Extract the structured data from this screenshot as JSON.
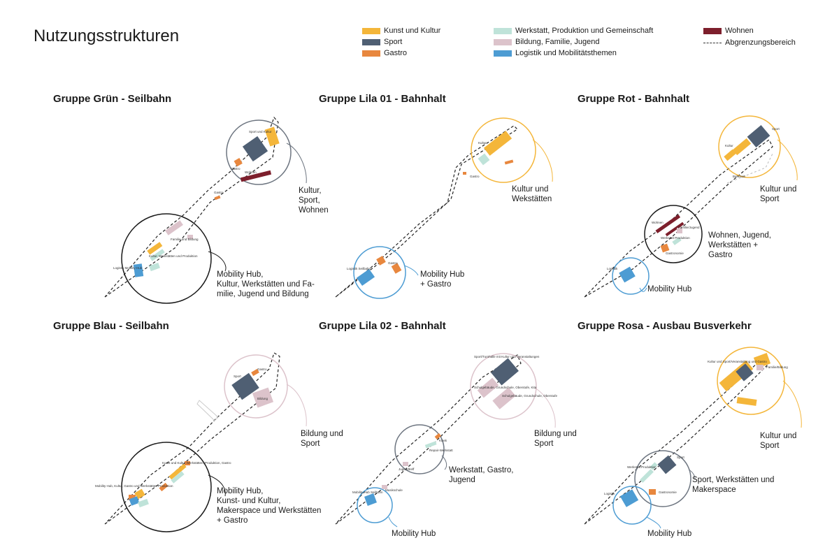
{
  "title": "Nutzungsstrukturen",
  "colors": {
    "kunst": "#f4b63a",
    "sport": "#4f5f73",
    "gastro": "#e8873e",
    "werkstatt": "#bfe3d9",
    "bildung": "#dcc3cb",
    "logistik": "#4d9cd3",
    "wohnen": "#7d1f2c"
  },
  "legend": [
    {
      "label": "Kunst und Kultur",
      "color": "kunst"
    },
    {
      "label": "Sport",
      "color": "sport"
    },
    {
      "label": "Gastro",
      "color": "gastro"
    },
    {
      "label": "Werkstatt, Produktion und Gemeinschaft",
      "color": "werkstatt"
    },
    {
      "label": "Bildung, Familie, Jugend",
      "color": "bildung"
    },
    {
      "label": "Logistik und Mobilitätsthemen",
      "color": "logistik"
    },
    {
      "label": "Wohnen",
      "color": "wohnen"
    },
    {
      "label": "Abgrenzungsbereich",
      "color": ""
    }
  ],
  "panels": [
    {
      "title": "Gruppe Grün - Seilbahn",
      "circles": [
        {
          "desc": "Kultur,\nSport,\nWohnen",
          "color": "#6d7580"
        },
        {
          "desc": "Mobility Hub,\nKultur, Werkstätten und Fa-\nmilie, Jugend und Bildung",
          "color": "#1a1a1a"
        }
      ],
      "labels": [
        "Sport und Kultur",
        "Gastro",
        "Wohnen",
        "Gastro",
        "Familie und Bildung",
        "Kultur, Werkstätten und Produktion",
        "Logistik Mobility Hub"
      ]
    },
    {
      "title": "Gruppe Lila 01 - Bahnhalt",
      "circles": [
        {
          "desc": "Kultur und\nWekstätten",
          "color": "#f4b63a"
        },
        {
          "desc": "Mobility Hub\n+ Gastro",
          "color": "#4d9cd3"
        }
      ],
      "labels": [
        "Kultur",
        "Gastro",
        "Gastro",
        "Logistik Seilbahn"
      ]
    },
    {
      "title": "Gruppe Rot - Bahnhalt",
      "circles": [
        {
          "desc": "Kultur und\nSport",
          "color": "#f4b63a"
        },
        {
          "desc": "Wohnen, Jugend,\nWerkstätten +\nGastro",
          "color": "#1a1a1a"
        },
        {
          "desc": "Mobility Hub",
          "color": "#4d9cd3"
        }
      ],
      "labels": [
        "Sport",
        "Kultur",
        "Bahnhalt",
        "Wohnen",
        "Familie/Jugend",
        "Werkstatt Produktion",
        "Gastronomie",
        "Logistik"
      ]
    },
    {
      "title": "Gruppe Blau - Seilbahn",
      "circles": [
        {
          "desc": "Bildung und\nSport",
          "color": "#dcc3cb"
        },
        {
          "desc": "Mobility Hub,\nKunst- und Kultur,\nMakerspace und Werkstätten\n+ Gastro",
          "color": "#1a1a1a"
        }
      ],
      "labels": [
        "Gastro",
        "Sport",
        "Bildung",
        "Kunst und Kultur Werkstätten, Produktion, Gastro",
        "Mobility Hub, Kultur, Gastro und Werkstätten Produktion"
      ]
    },
    {
      "title": "Gruppe Lila 02 - Bahnhalt",
      "circles": [
        {
          "desc": "Bildung und\nSport",
          "color": "#dcc3cb"
        },
        {
          "desc": "Werkstatt, Gastro,\nJugend",
          "color": "#6d7580"
        },
        {
          "desc": "Mobility Hub",
          "color": "#4d9cd3"
        }
      ],
      "labels": [
        "Sport/Turnhalle mit Kultur und Veranstaltungen",
        "Schulgebäude, Grundschule, Oberstufe, Kita",
        "Schulgebäude, Grundschule, Oberstufe",
        "Kiosk",
        "Repair-Werkstatt",
        "Jugendtreff",
        "Musikschule",
        "Mobility Hub Seilbahn"
      ]
    },
    {
      "title": "Gruppe Rosa - Ausbau Busverkehr",
      "circles": [
        {
          "desc": "Kultur und\nSport",
          "color": "#f4b63a"
        },
        {
          "desc": "Sport, Werkstätten und\nMakerspace",
          "color": "#6d7580"
        },
        {
          "desc": "Mobility Hub",
          "color": "#4d9cd3"
        }
      ],
      "labels": [
        "Kultur und Sport/Veranstaltung und Gastro",
        "Familie/Bildung",
        "Sport",
        "Werkstatt Produktion",
        "Gastronomie",
        "Logistik"
      ]
    }
  ]
}
